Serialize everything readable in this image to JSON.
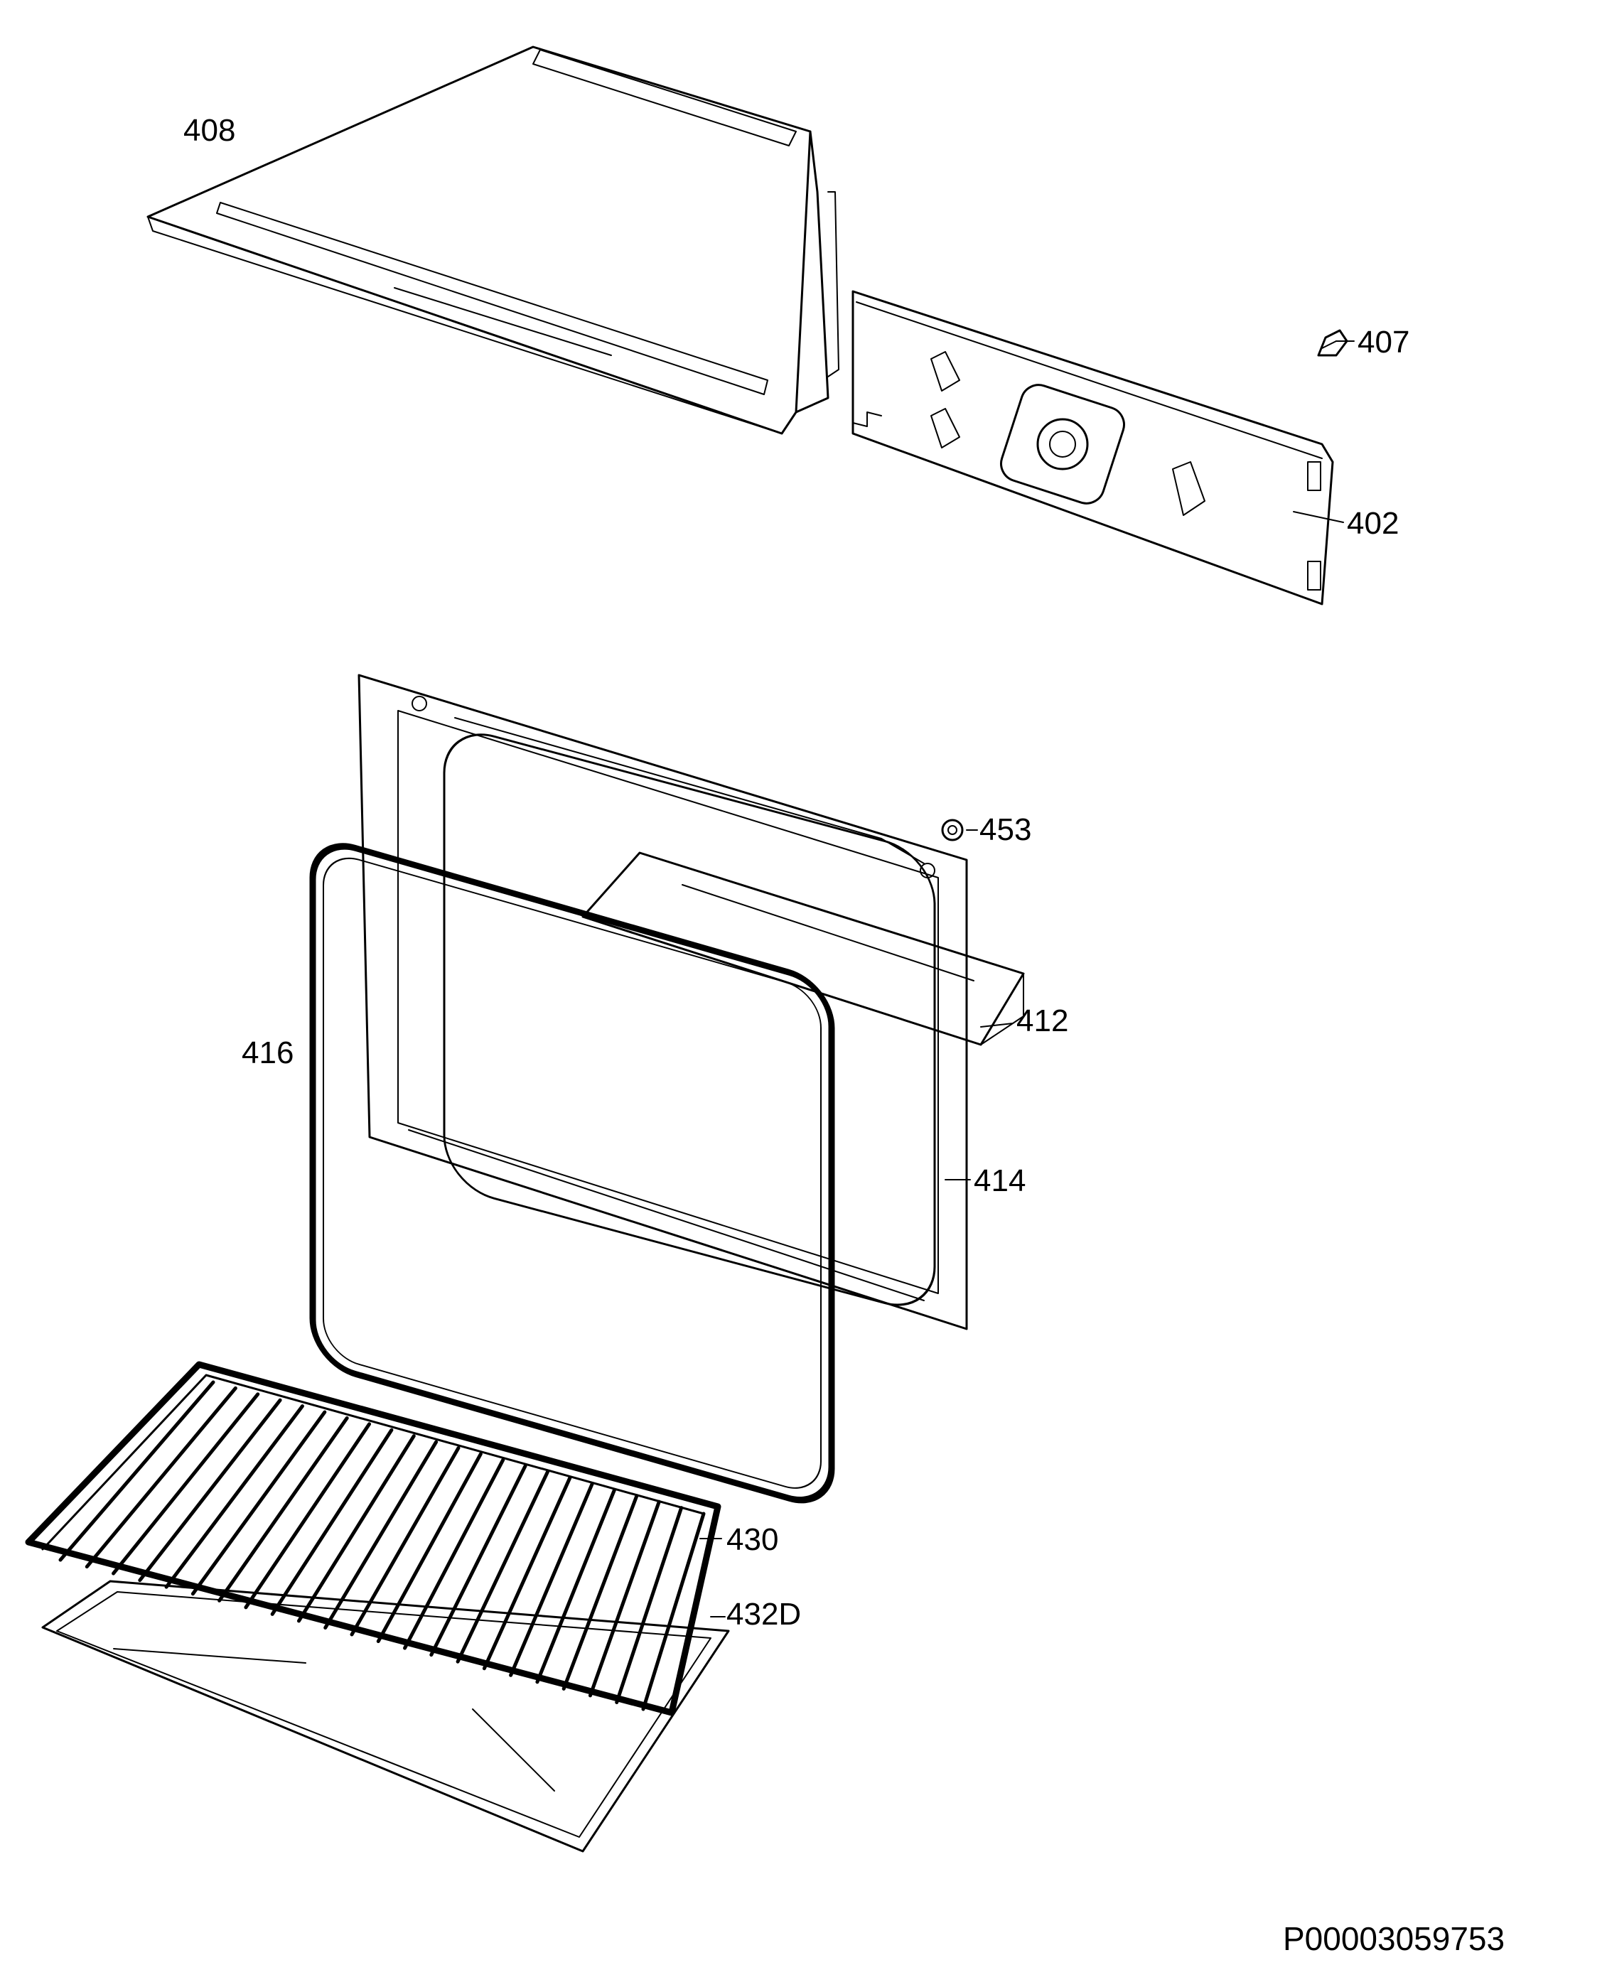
{
  "labels": {
    "p408": "408",
    "p407": "407",
    "p402": "402",
    "p453": "453",
    "p412": "412",
    "p416": "416",
    "p414": "414",
    "p430": "430",
    "p432d": "432D"
  },
  "drawing_code": "P00003059753",
  "line_color": "#000000",
  "background_color": "#ffffff"
}
